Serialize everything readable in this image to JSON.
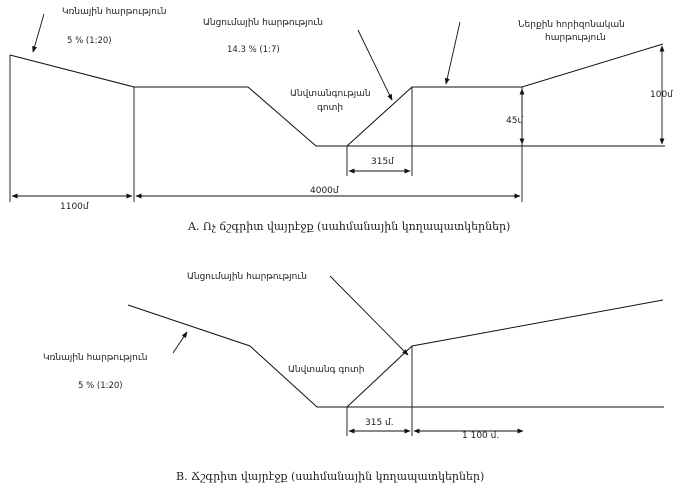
{
  "diagram_a": {
    "label_side_slope": "Կռնային հարթություն",
    "label_side_ratio": "5 %  (1:20)",
    "label_approach": "Անցումային հարթություն",
    "label_approach_ratio": "14.3 %  (1:7)",
    "label_inner": "Ներքին  հորիզոնական",
    "label_inner_2": "հարթություն",
    "label_strip_1": "Անվտանգության",
    "label_strip_2": "գոտի",
    "dim_100": "100մ",
    "dim_45": "45մ",
    "dim_315": "315մ",
    "dim_1100": "1100մ",
    "dim_4000": "4000մ",
    "caption": "A. Ոչ ճշգրիտ վայրէջք (սահմանային կողապատկերներ)"
  },
  "diagram_b": {
    "label_approach": "Անցումային հարթություն",
    "label_side_slope": "Կռնային  հարթություն",
    "label_side_ratio": "5 %  (1:20)",
    "label_strip": "Անվտանգ գոտի",
    "dim_315": "315 մ.",
    "dim_1100": "1 100 մ.",
    "caption": "B. Ճշգրիտ վայրէջք (սահմանային կողապատկերներ)"
  },
  "colors": {
    "line": "#111111",
    "text": "#222222",
    "spell_underline": "#3a9a3a"
  }
}
